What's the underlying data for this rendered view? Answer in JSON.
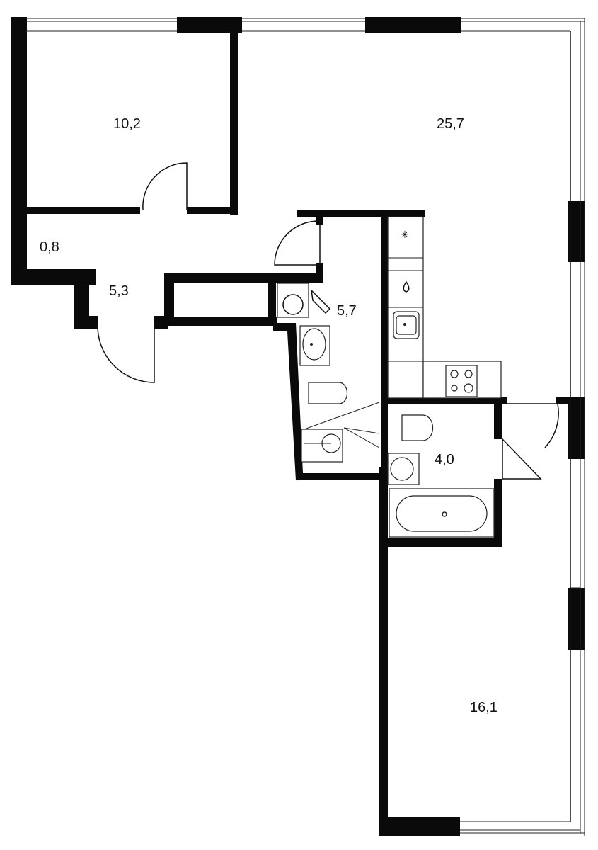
{
  "rooms": [
    {
      "id": "bedroom-top-left",
      "area": "10,2"
    },
    {
      "id": "living-kitchen",
      "area": "25,7"
    },
    {
      "id": "wardrobe",
      "area": "0,8"
    },
    {
      "id": "hallway",
      "area": "5,3"
    },
    {
      "id": "bathroom-main",
      "area": "5,7"
    },
    {
      "id": "bathroom-small",
      "area": "4,0"
    },
    {
      "id": "bedroom-bottom-right",
      "area": "16,1"
    }
  ],
  "icons": {
    "hood": "asterisk-icon",
    "drop": "water-drop-icon",
    "stove": "cooktop-icon",
    "washer": "washing-machine-icon"
  },
  "colors": {
    "wall": "#0a0a0a",
    "background": "#ffffff",
    "line": "#111111"
  }
}
